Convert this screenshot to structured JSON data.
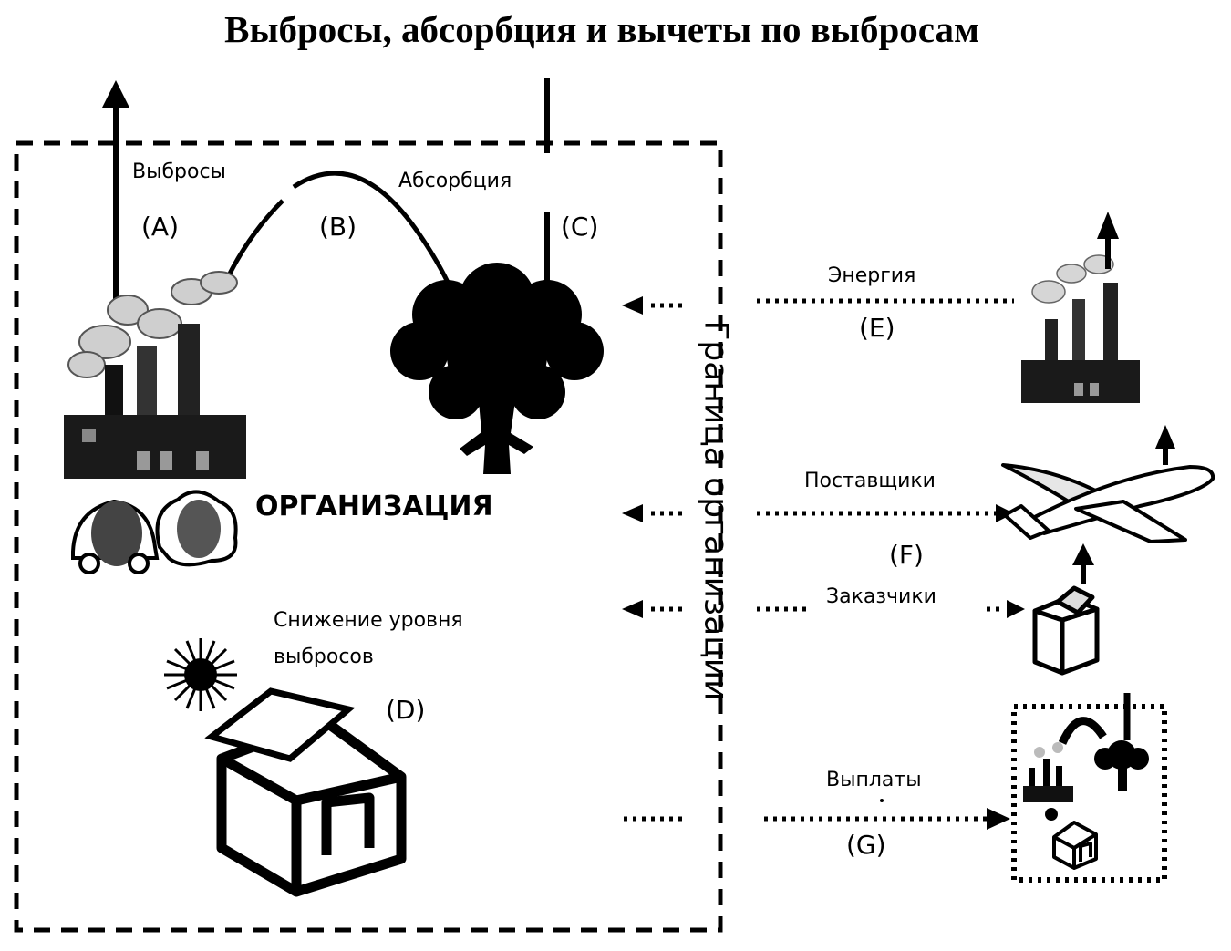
{
  "title": "Выбросы, абсорбция и вычеты по выбросам",
  "labels": {
    "emissions": "Выбросы",
    "absorption": "Абсорбция",
    "organization": "ОРГАНИЗАЦИЯ",
    "reduction_line1": "Снижение уровня",
    "reduction_line2": "выбросов",
    "boundary": "Граница организации",
    "energy": "Энергия",
    "suppliers": "Поставщики",
    "customers": "Заказчики",
    "payments": "Выплаты"
  },
  "tags": {
    "a": "(A)",
    "b": "(B)",
    "c": "(C)",
    "d": "(D)",
    "e": "(E)",
    "f": "(F)",
    "g": "(G)"
  },
  "icons": [
    "factory-icon",
    "tree-icon",
    "car-icon",
    "sun-icon",
    "house-icon",
    "airplane-icon",
    "box-icon",
    "arrow-up-icon",
    "arrow-left-icon",
    "arrow-right-icon"
  ]
}
